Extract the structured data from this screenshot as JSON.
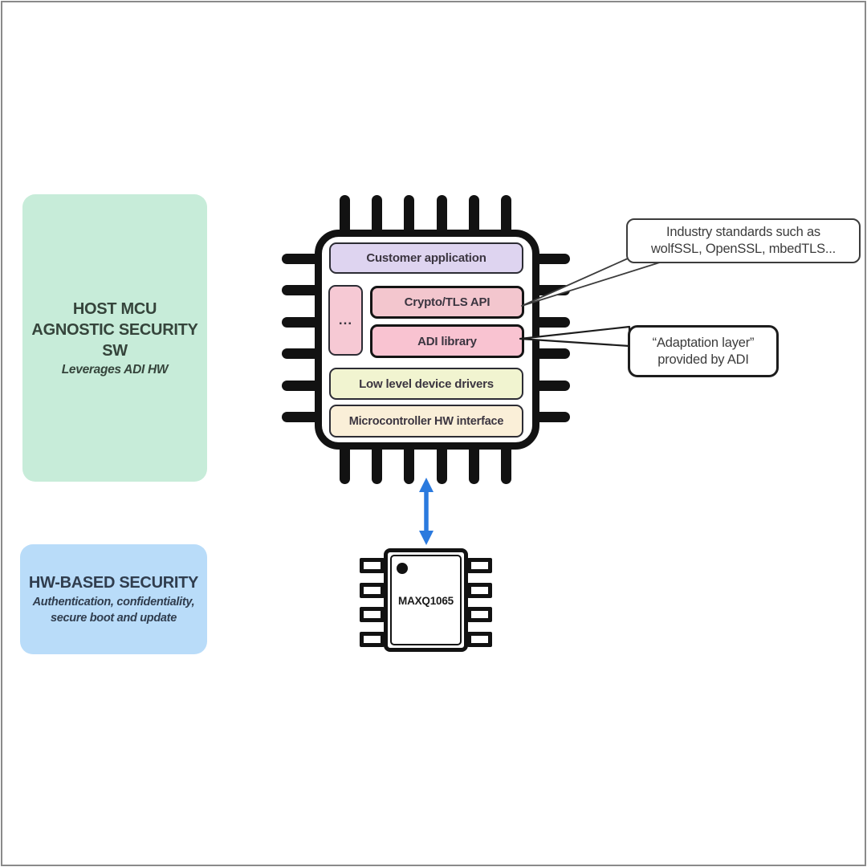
{
  "frame": {
    "border_color": "#8a8a8a"
  },
  "panels": {
    "host_sw": {
      "title_line1": "HOST MCU",
      "title_line2": "AGNOSTIC SECURITY SW",
      "subtitle": "Leverages ADI HW",
      "bg": "#c7ecd9",
      "text_color": "#35443b"
    },
    "hw_security": {
      "title": "HW-BASED SECURITY",
      "subtitle_line1": "Authentication, confidentiality,",
      "subtitle_line2": "secure boot and update",
      "bg": "#b9dcf9",
      "text_color": "#303d4e"
    }
  },
  "mcu": {
    "layers": {
      "customer_app": {
        "label": "Customer application",
        "bg": "#ded4f0"
      },
      "more": {
        "label": "...",
        "bg": "#f6c9d4"
      },
      "crypto_api": {
        "label": "Crypto/TLS API",
        "bg": "#f3c6ce"
      },
      "adi_library": {
        "label": "ADI library",
        "bg": "#f9c3d1"
      },
      "drivers": {
        "label": "Low level device drivers",
        "bg": "#f1f4d0"
      },
      "hw_interface": {
        "label": "Microcontroller HW interface",
        "bg": "#faefd8"
      }
    }
  },
  "callouts": {
    "standards": {
      "line1": "Industry standards such as",
      "line2": "wolfSSL, OpenSSL, mbedTLS..."
    },
    "adaptation": {
      "line1": "“Adaptation layer”",
      "line2": "provided by ADI"
    }
  },
  "secure_element": {
    "label": "MAXQ1065"
  },
  "arrow": {
    "color": "#2b7ade"
  }
}
